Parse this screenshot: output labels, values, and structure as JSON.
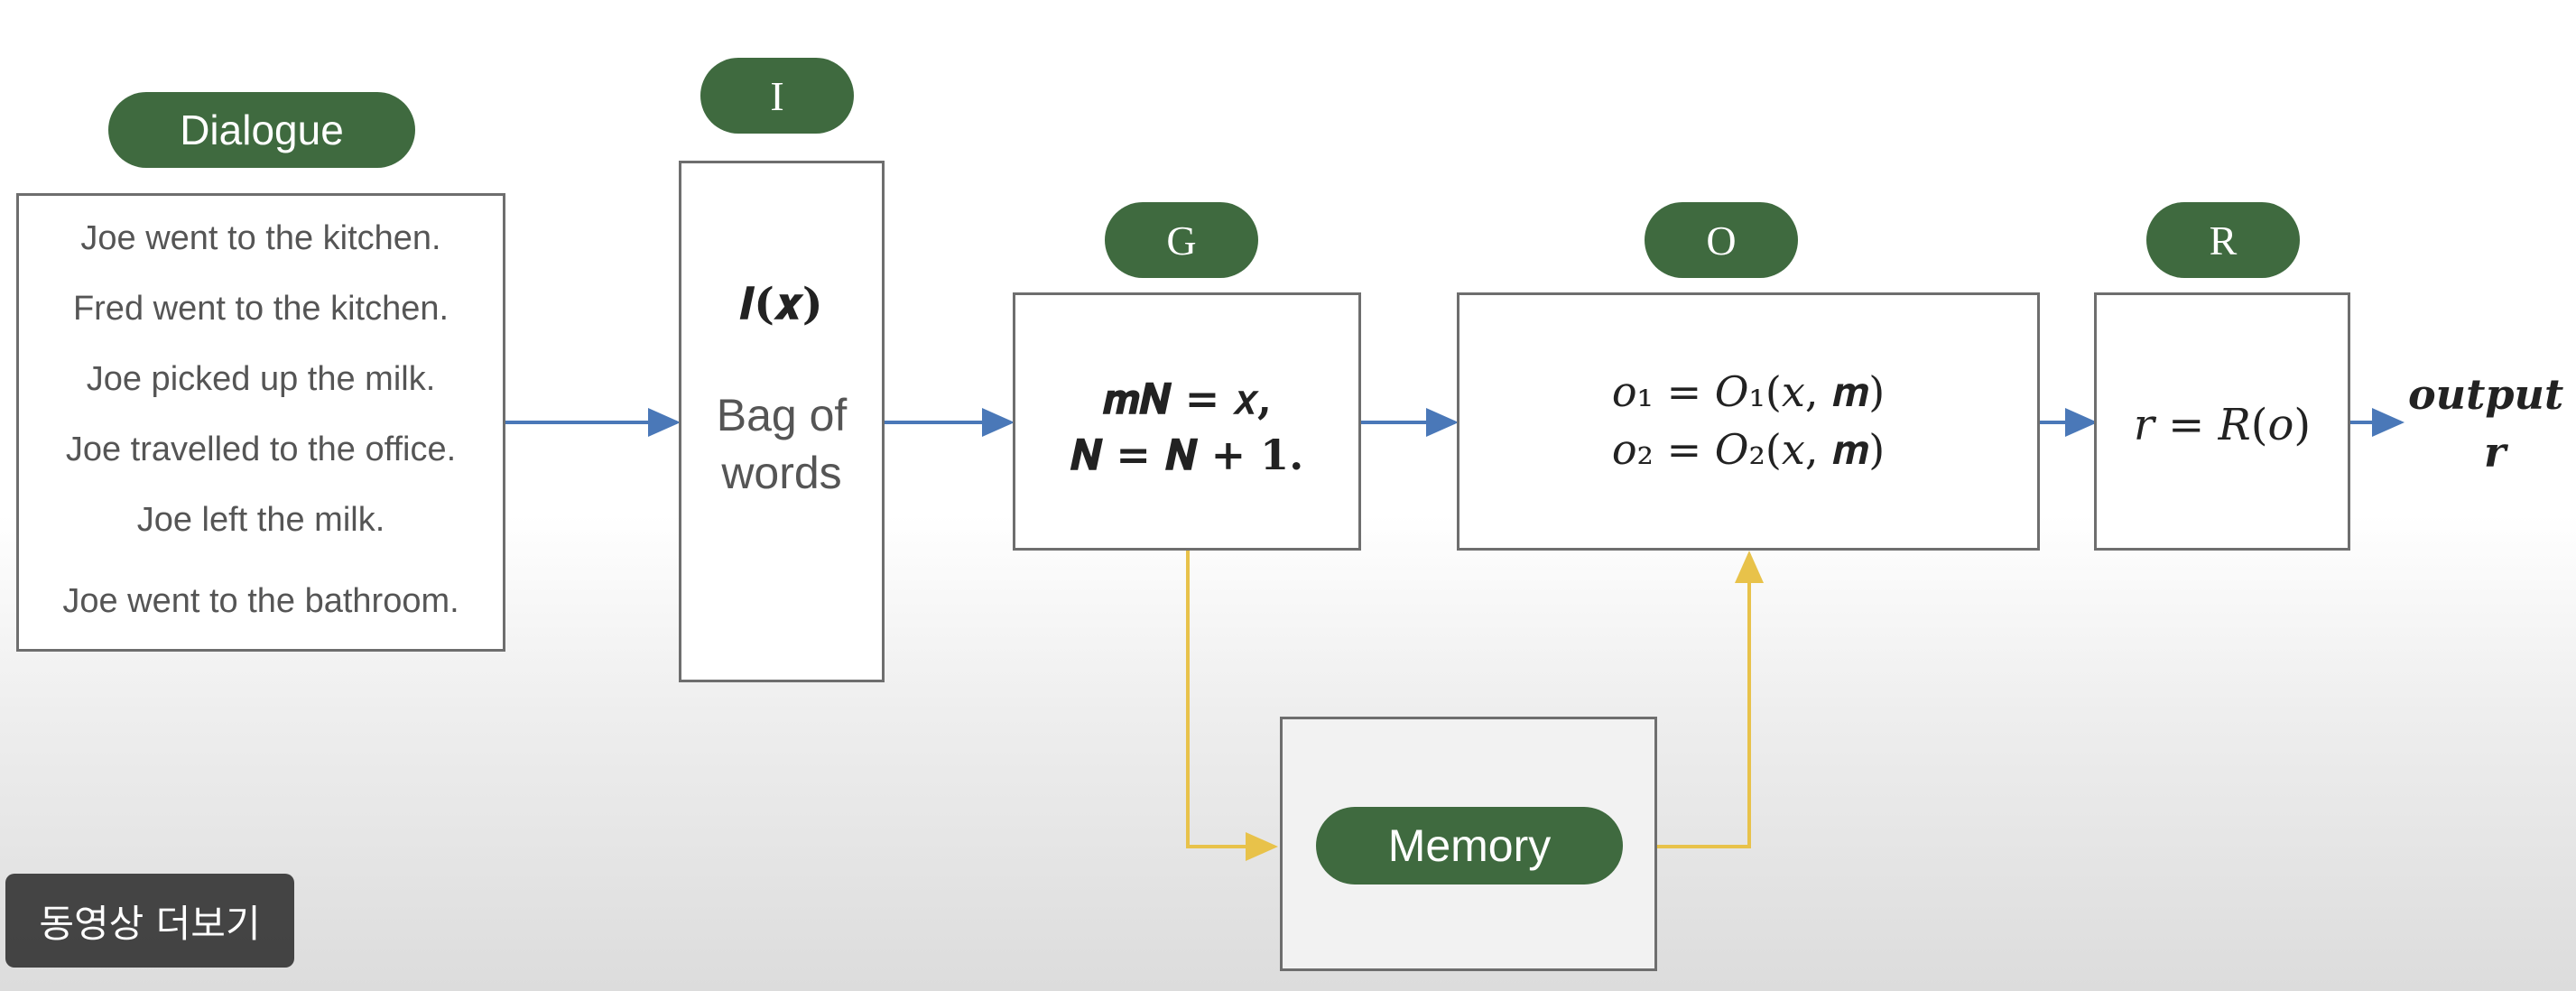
{
  "labels": {
    "dialogue": "Dialogue",
    "input": "I",
    "generalization": "G",
    "output_module": "O",
    "response": "R",
    "memory": "Memory"
  },
  "dialogue_lines": [
    "Joe went to the kitchen.",
    "Fred went to the kitchen.",
    "Joe picked up the milk.",
    "Joe travelled to the office.",
    "Joe left the milk.",
    "Joe went to the bathroom."
  ],
  "input_box": {
    "formula": "𝑰(𝒙)",
    "text_line1": "Bag of",
    "text_line2": "words"
  },
  "g_box": {
    "line1": "𝒎𝑵 = 𝑥,",
    "line2": "𝑵 = 𝑵 + 𝟏."
  },
  "o_box": {
    "line1": "𝑜₁ = 𝑂₁(𝑥, 𝒎)",
    "line2": "𝑜₂ = 𝑂₂(𝑥, 𝒎)"
  },
  "r_box": {
    "formula": "𝑟 = 𝑅(𝑜)"
  },
  "output": {
    "line1": "output",
    "line2": "r"
  },
  "overlay": {
    "more_videos": "동영상 더보기"
  },
  "colors": {
    "pill": "#3f6a3f",
    "flow_arrow": "#4a78b8",
    "memory_arrow": "#e8c24a"
  }
}
